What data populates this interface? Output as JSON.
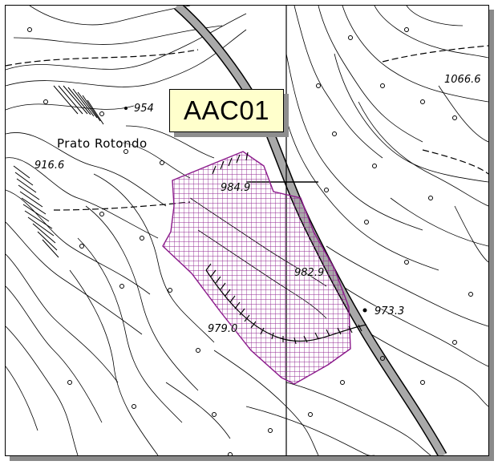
{
  "map": {
    "label": "AAC01",
    "place_name": "Prato Rotondo",
    "spot_heights": {
      "h1": "1066.6",
      "h2": "954",
      "h3": "916.6",
      "h4": "984.9",
      "h5": "982.9",
      "h6": "973.3",
      "h7": "979.0"
    },
    "colors": {
      "hatch_area": "#8b1a8b",
      "road": "#a9a9a9",
      "label_bg": "#ffffcc"
    }
  }
}
